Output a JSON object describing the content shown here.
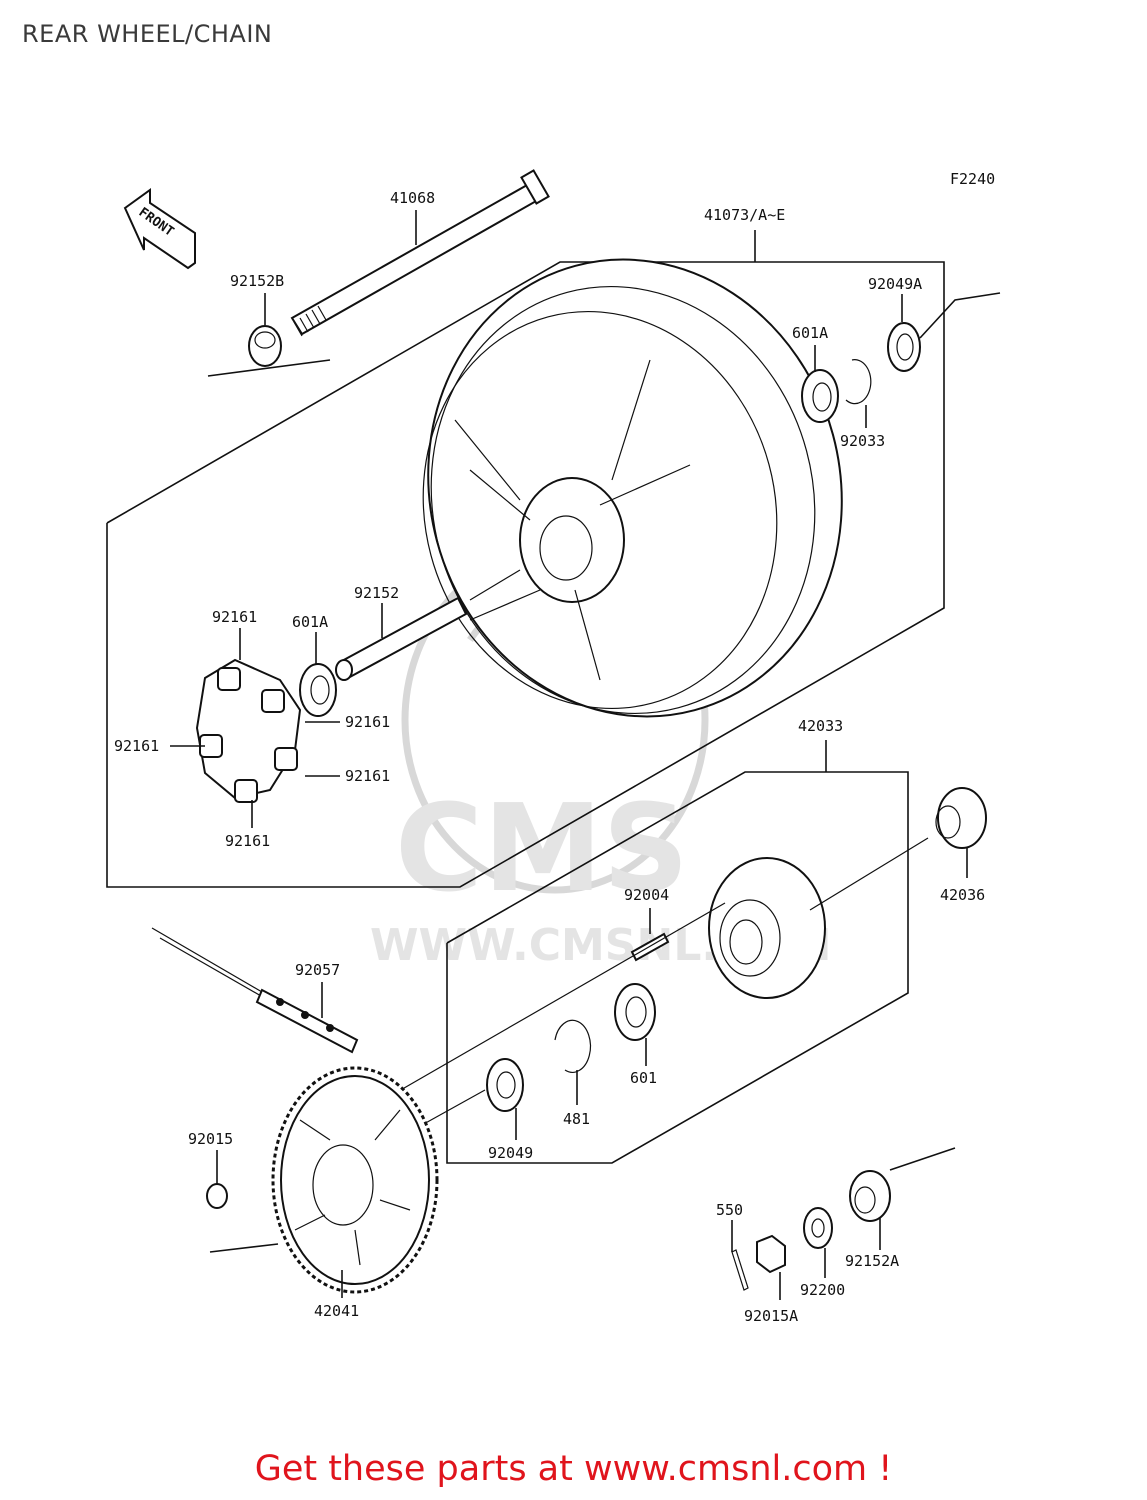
{
  "title": "REAR WHEEL/CHAIN",
  "figure_code": "F2240",
  "front_label": "FRONT",
  "watermark": {
    "brand": "CMS",
    "url": "WWW.CMSNL.COM"
  },
  "footer": "Get these parts at www.cmsnl.com !",
  "colors": {
    "footer_text": "#e0141c",
    "watermark": "#d8d8d8",
    "line": "#111111"
  },
  "parts": [
    {
      "id": "p41068",
      "label": "41068"
    },
    {
      "id": "p41073",
      "label": "41073/A~E"
    },
    {
      "id": "p92152B",
      "label": "92152B"
    },
    {
      "id": "p92049A",
      "label": "92049A"
    },
    {
      "id": "p601A_top",
      "label": "601A"
    },
    {
      "id": "p92033",
      "label": "92033"
    },
    {
      "id": "p92152",
      "label": "92152"
    },
    {
      "id": "p92161_top",
      "label": "92161"
    },
    {
      "id": "p601A_left",
      "label": "601A"
    },
    {
      "id": "p92161_r1",
      "label": "92161"
    },
    {
      "id": "p92161_left",
      "label": "92161"
    },
    {
      "id": "p92161_r2",
      "label": "92161"
    },
    {
      "id": "p92161_bottom",
      "label": "92161"
    },
    {
      "id": "p42033",
      "label": "42033"
    },
    {
      "id": "p42036",
      "label": "42036"
    },
    {
      "id": "p92004",
      "label": "92004"
    },
    {
      "id": "p92057",
      "label": "92057"
    },
    {
      "id": "p601",
      "label": "601"
    },
    {
      "id": "p481",
      "label": "481"
    },
    {
      "id": "p92049",
      "label": "92049"
    },
    {
      "id": "p92015",
      "label": "92015"
    },
    {
      "id": "p42041",
      "label": "42041"
    },
    {
      "id": "p550",
      "label": "550"
    },
    {
      "id": "p92152A",
      "label": "92152A"
    },
    {
      "id": "p92200",
      "label": "92200"
    },
    {
      "id": "p92015A",
      "label": "92015A"
    }
  ]
}
